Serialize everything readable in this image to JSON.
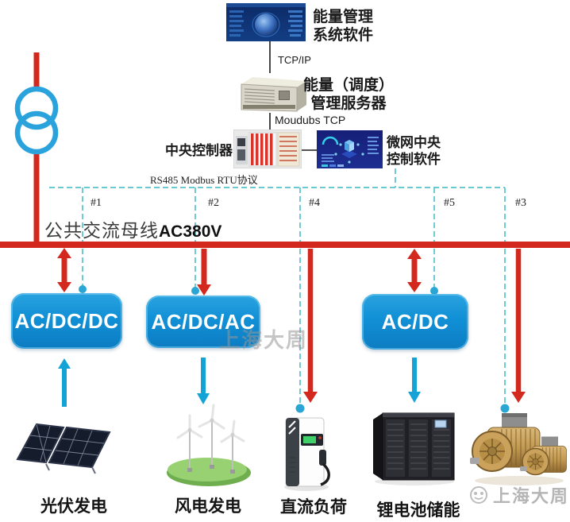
{
  "header": {
    "ems_software_label": "能量管理\n系统软件",
    "tcp_ip_label": "TCP/IP",
    "server_label": "能量（调度）\n管理服务器",
    "modbus_tcp_label": "Moudubs TCP",
    "controller_label": "中央控制器",
    "mgcc_software_label": "微网中央\n控制软件",
    "rs485_label": "RS485 Modbus RTU协议"
  },
  "bus": {
    "name_cn": "公共交流母线",
    "voltage": "AC380V",
    "taps": [
      "#1",
      "#2",
      "#4",
      "#5",
      "#3"
    ]
  },
  "converters": [
    {
      "label": "AC/DC/DC"
    },
    {
      "label": "AC/DC/AC"
    },
    {
      "label": "AC/DC"
    }
  ],
  "devices": [
    {
      "label": "光伏发电",
      "icon": "solar-panels-image"
    },
    {
      "label": "风电发电",
      "icon": "wind-turbines-image"
    },
    {
      "label": "直流负荷",
      "icon": "ev-charger-image"
    },
    {
      "label": "锂电池储能",
      "icon": "battery-cabinet-image"
    },
    {
      "label": "",
      "icon": "motors-image"
    }
  ],
  "watermarks": {
    "center": "上海大周",
    "bottom_right": "上海大周"
  },
  "colors": {
    "bus_red": "#d3281e",
    "dashed_cyan": "#56c2cc",
    "arrow_cyan": "#14a3d6",
    "converter_blue": "#1190d6"
  }
}
